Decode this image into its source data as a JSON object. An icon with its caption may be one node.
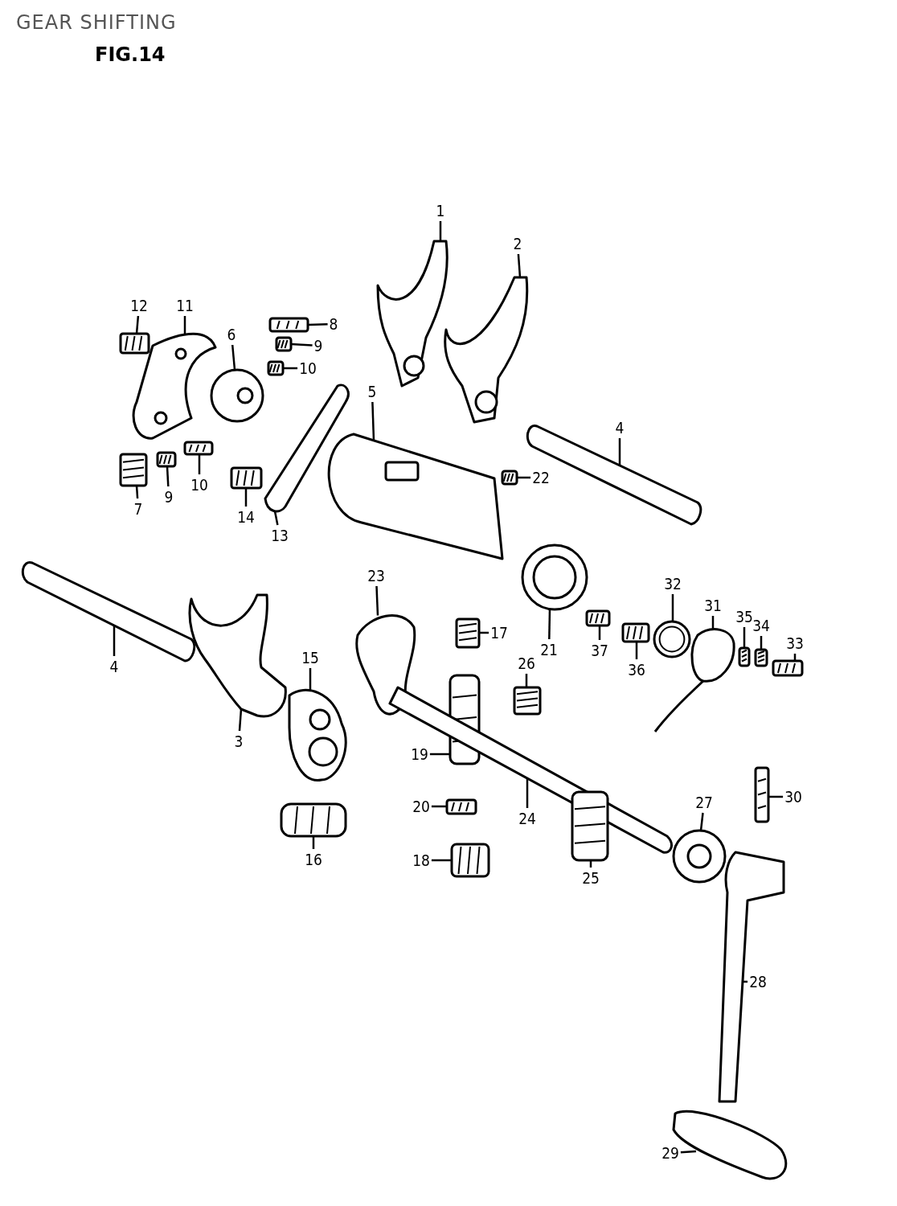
{
  "diagram": {
    "title": "GEAR SHIFTING",
    "nodes": [
      {
        "text": [
          "1"
        ]
      },
      {
        "text": [
          "2"
        ]
      },
      {
        "text": [
          "12"
        ]
      },
      {
        "text": [
          "11"
        ]
      },
      {
        "text": [
          "8"
        ]
      },
      {
        "text": [
          "6"
        ]
      },
      {
        "text": [
          "9"
        ]
      },
      {
        "text": [
          "10"
        ]
      },
      {
        "text": [
          "5"
        ]
      },
      {
        "text": [
          "4"
        ]
      },
      {
        "text": [
          "22"
        ]
      },
      {
        "text": [
          "10"
        ]
      },
      {
        "text": [
          "9"
        ]
      },
      {
        "text": [
          "7"
        ]
      },
      {
        "text": [
          "14"
        ]
      },
      {
        "text": [
          "13"
        ]
      },
      {
        "text": [
          "23"
        ]
      },
      {
        "text": [
          "32"
        ]
      },
      {
        "text": [
          "31"
        ]
      },
      {
        "text": [
          "35"
        ]
      },
      {
        "text": [
          "34"
        ]
      },
      {
        "text": [
          "17"
        ]
      },
      {
        "text": [
          "33"
        ]
      },
      {
        "text": [
          "21"
        ]
      },
      {
        "text": [
          "37"
        ]
      },
      {
        "text": [
          "15"
        ]
      },
      {
        "text": [
          "4"
        ]
      },
      {
        "text": [
          "26"
        ]
      },
      {
        "text": [
          "36"
        ]
      },
      {
        "text": [
          "3"
        ]
      },
      {
        "text": [
          "19"
        ]
      },
      {
        "text": [
          "30"
        ]
      },
      {
        "text": [
          "27"
        ]
      },
      {
        "text": [
          "20"
        ]
      },
      {
        "text": [
          "24"
        ]
      },
      {
        "text": [
          "25"
        ]
      },
      {
        "text": [
          "16"
        ]
      },
      {
        "text": [
          "18"
        ]
      },
      {
        "text": [
          "28"
        ]
      },
      {
        "text": [
          "29"
        ]
      },
      {
        "text": [],
        "shape": "picture"
      },
      {
        "text": [],
        "shape": "picture"
      },
      {
        "text": [],
        "shape": "picture"
      },
      {
        "text": [],
        "shape": "picture"
      },
      {
        "text": [],
        "shape": "picture"
      },
      {
        "text": [],
        "shape": "picture"
      },
      {
        "text": [],
        "shape": "picture"
      },
      {
        "text": [],
        "shape": "picture"
      },
      {
        "text": [],
        "shape": "picture"
      },
      {
        "text": [],
        "shape": "picture"
      },
      {
        "text": [],
        "shape": "picture"
      },
      {
        "text": [],
        "shape": "picture"
      },
      {
        "text": [],
        "shape": "picture"
      },
      {
        "text": [],
        "shape": "picture"
      },
      {
        "text": [],
        "shape": "picture"
      },
      {
        "text": [],
        "shape": "picture"
      },
      {
        "text": [],
        "shape": "picture"
      },
      {
        "text": [],
        "shape": "picture"
      },
      {
        "text": [],
        "shape": "picture"
      },
      {
        "text": [],
        "shape": "picture"
      },
      {
        "text": [],
        "shape": "picture"
      },
      {
        "text": [],
        "shape": "picture"
      },
      {
        "text": [],
        "shape": "picture"
      },
      {
        "text": [],
        "shape": "picture"
      },
      {
        "text": [],
        "shape": "picture"
      },
      {
        "text": [],
        "shape": "picture"
      },
      {
        "text": [],
        "shape": "picture"
      },
      {
        "text": [],
        "shape": "picture"
      },
      {
        "text": [],
        "shape": "picture"
      },
      {
        "text": [],
        "shape": "picture"
      },
      {
        "text": [],
        "shape": "picture"
      },
      {
        "text": [],
        "shape": "picture"
      },
      {
        "text": [],
        "shape": "picture"
      },
      {
        "text": [],
        "shape": "picture"
      },
      {
        "text": [],
        "shape": "picture"
      },
      {
        "text": [],
        "shape": "picture"
      },
      {
        "text": [],
        "shape": "picture"
      },
      {
        "text": [],
        "shape": "picture"
      },
      {
        "text": [],
        "shape": "picture"
      },
      {
        "text": [],
        "shape": "picture"
      }
    ],
    "edges": [
      {
        "from": 0,
        "to": 40,
        "arrow": "none"
      },
      {
        "from": 1,
        "to": 41,
        "arrow": "none"
      },
      {
        "from": 2,
        "to": 42,
        "arrow": "none"
      },
      {
        "from": 3,
        "to": 43,
        "arrow": "none"
      },
      {
        "from": 4,
        "to": 44,
        "arrow": "none"
      },
      {
        "from": 5,
        "to": 45,
        "arrow": "none"
      },
      {
        "from": 6,
        "to": 46,
        "arrow": "none"
      },
      {
        "from": 7,
        "to": 47,
        "arrow": "none"
      },
      {
        "from": 8,
        "to": 48,
        "arrow": "none"
      },
      {
        "from": 9,
        "to": 49,
        "arrow": "none"
      },
      {
        "from": 10,
        "to": 50,
        "arrow": "none"
      },
      {
        "from": 11,
        "to": 51,
        "arrow": "none"
      },
      {
        "from": 12,
        "to": 52,
        "arrow": "none"
      },
      {
        "from": 13,
        "to": 53,
        "arrow": "none"
      },
      {
        "from": 14,
        "to": 54,
        "arrow": "none"
      },
      {
        "from": 15,
        "to": 55,
        "arrow": "none"
      },
      {
        "from": 16,
        "to": 56,
        "arrow": "none"
      },
      {
        "from": 17,
        "to": 57,
        "arrow": "none"
      },
      {
        "from": 18,
        "to": 58,
        "arrow": "none"
      },
      {
        "from": 19,
        "to": 59,
        "arrow": "none"
      },
      {
        "from": 20,
        "to": 60,
        "arrow": "none"
      },
      {
        "from": 21,
        "to": 61,
        "arrow": "none"
      },
      {
        "from": 22,
        "to": 62,
        "arrow": "none"
      },
      {
        "from": 23,
        "to": 63,
        "arrow": "none"
      },
      {
        "from": 24,
        "to": 64,
        "arrow": "none"
      },
      {
        "from": 25,
        "to": 65,
        "arrow": "none"
      },
      {
        "from": 26,
        "to": 66,
        "arrow": "none"
      },
      {
        "from": 27,
        "to": 67,
        "arrow": "none"
      },
      {
        "from": 28,
        "to": 68,
        "arrow": "none"
      },
      {
        "from": 29,
        "to": 69,
        "arrow": "none"
      },
      {
        "from": 30,
        "to": 70,
        "arrow": "none"
      },
      {
        "from": 31,
        "to": 71,
        "arrow": "none"
      },
      {
        "from": 32,
        "to": 72,
        "arrow": "none"
      },
      {
        "from": 33,
        "to": 73,
        "arrow": "none"
      },
      {
        "from": 34,
        "to": 74,
        "arrow": "none"
      },
      {
        "from": 35,
        "to": 75,
        "arrow": "none"
      },
      {
        "from": 36,
        "to": 76,
        "arrow": "none"
      },
      {
        "from": 37,
        "to": 77,
        "arrow": "none"
      },
      {
        "from": 38,
        "to": 78,
        "arrow": "none"
      },
      {
        "from": 39,
        "to": 79,
        "arrow": "none"
      }
    ],
    "labels": [
      "FIG.14"
    ]
  }
}
